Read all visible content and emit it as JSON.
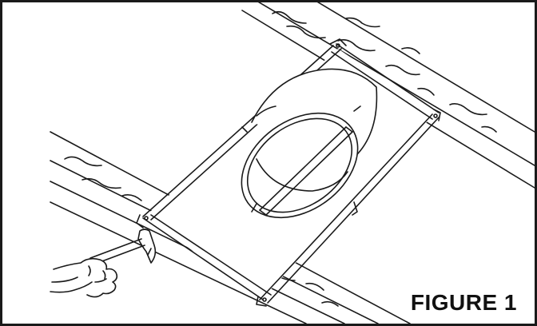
{
  "figure": {
    "caption": "FIGURE 1",
    "depicts": [
      "ceiling-joist-upper",
      "ceiling-joist-lower",
      "mounting-bracket-frame",
      "speaker-can",
      "speaker-ring",
      "cross-bar",
      "hand-holding-hammer"
    ]
  },
  "colors": {
    "ink": "#1a1a1a",
    "paper": "#ffffff"
  }
}
